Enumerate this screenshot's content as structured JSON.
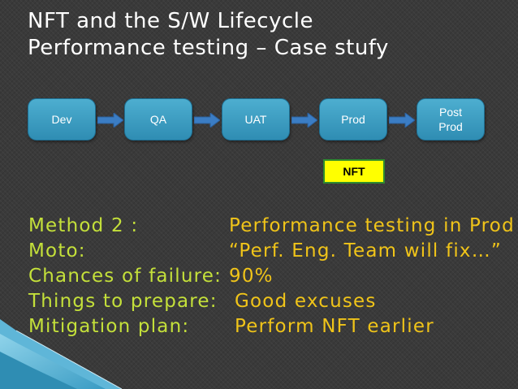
{
  "title": {
    "line1": "NFT and the S/W Lifecycle",
    "line2": "Performance testing – Case stufy"
  },
  "flow": {
    "stages": [
      "Dev",
      "QA",
      "UAT",
      "Prod",
      "Post Prod"
    ],
    "badge": "NFT",
    "colors": {
      "stage_fill": "#3a9fc5",
      "arrow_fill": "#3b7dc4",
      "badge_fill": "#ffff00",
      "badge_border": "#2e8b2e"
    }
  },
  "details": {
    "method": {
      "label": "Method 2 :",
      "value": "Performance testing in Prod"
    },
    "moto": {
      "label": "Moto:",
      "value": "“Perf. Eng. Team will fix…”"
    },
    "chances": {
      "label": "Chances of failure:",
      "value": "90%"
    },
    "prepare": {
      "label": "Things to prepare:",
      "value": "Good excuses"
    },
    "mitigation": {
      "label": "Mitigation plan:",
      "value": "Perform NFT  earlier"
    },
    "colors": {
      "label": "#c4e03a",
      "value": "#f0c419"
    }
  }
}
